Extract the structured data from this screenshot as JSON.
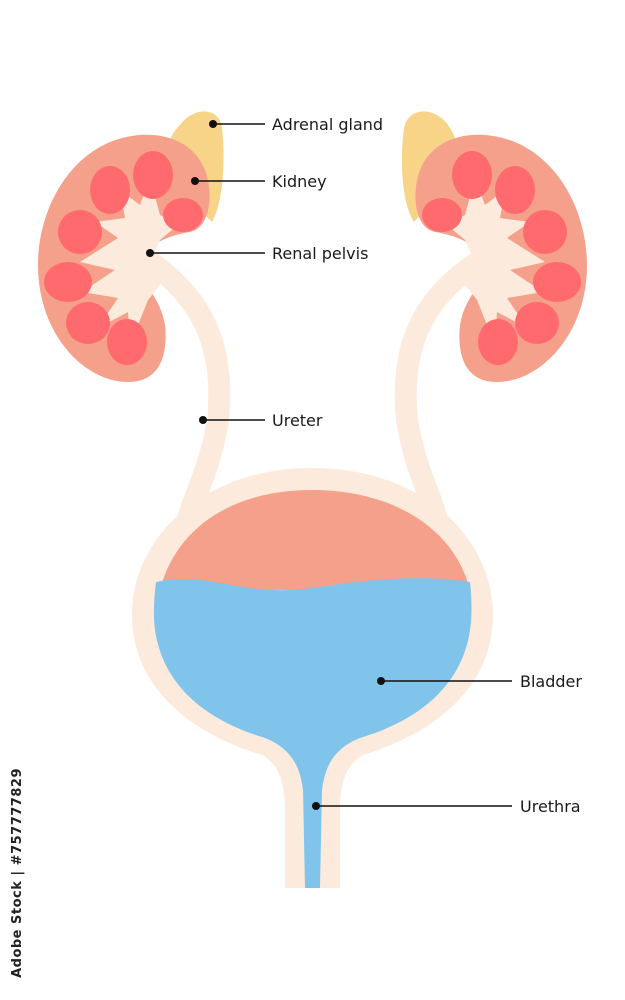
{
  "labels": {
    "adrenal_gland": "Adrenal gland",
    "kidney": "Kidney",
    "renal_pelvis": "Renal pelvis",
    "ureter": "Ureter",
    "bladder": "Bladder",
    "urethra": "Urethra"
  },
  "watermark": {
    "id_text": "Adobe Stock | #757777829"
  },
  "colors": {
    "kidney": "#f5a08a",
    "calyx": "#ff6a6e",
    "pelvis": "#fcebdc",
    "adrenal": "#f8d489",
    "bladder_wall": "#fcebdc",
    "bladder_top": "#f5a08a",
    "urine": "#80c4ec",
    "line": "#111111"
  }
}
